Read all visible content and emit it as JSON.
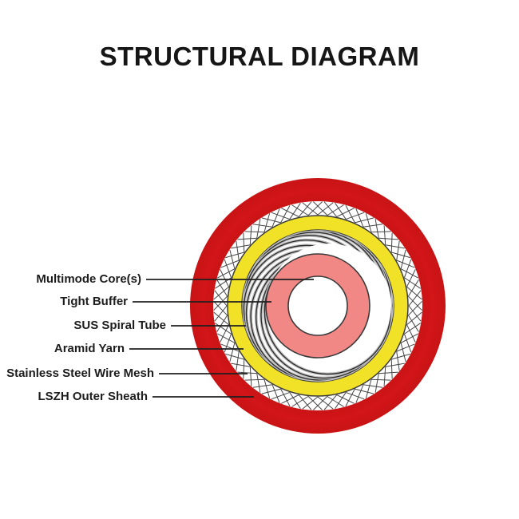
{
  "title": "STRUCTURAL DIAGRAM",
  "labels": [
    {
      "text": "Multimode Core(s)"
    },
    {
      "text": "Tight Buffer"
    },
    {
      "text": "SUS Spiral Tube"
    },
    {
      "text": "Aramid Yarn"
    },
    {
      "text": "Stainless Steel Wire Mesh"
    },
    {
      "text": "LSZH Outer Sheath"
    }
  ],
  "colors": {
    "sheath_red": "#C81315",
    "sheath_red_outer": "#D21518",
    "mesh_line": "#454545",
    "yarn_yellow": "#F2E227",
    "tube_halo": "#C2C2C2",
    "tube_outline": "#2E2E2E",
    "buffer_pink": "#F28885",
    "core_white": "#FFFFFF",
    "ring_outline": "#3A3A3A",
    "leader_line": "#1F1F1F",
    "text": "#1C1C1C"
  }
}
